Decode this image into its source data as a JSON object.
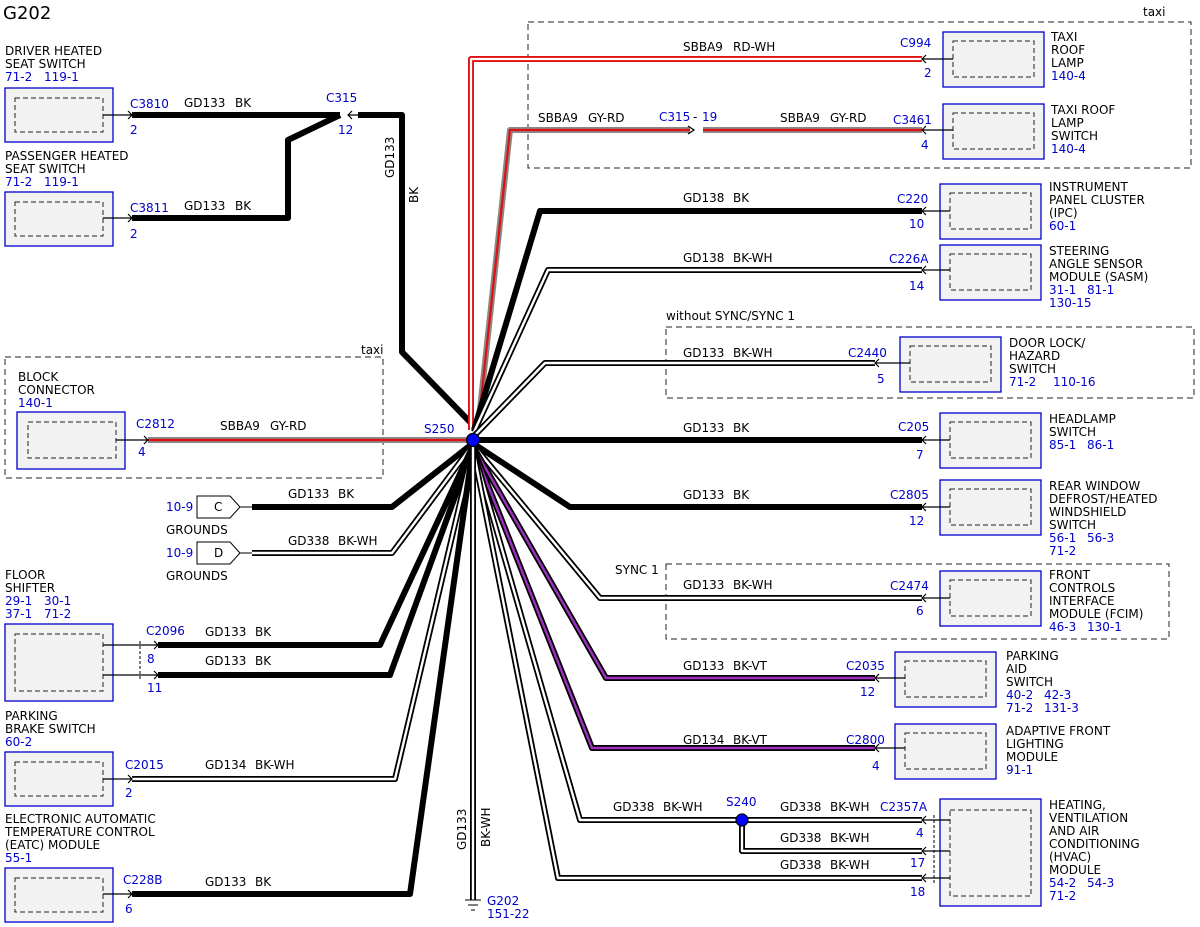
{
  "title": "G202",
  "groups": {
    "taxi_top": "taxi",
    "taxi_left": "taxi",
    "without_sync": "without SYNC/SYNC 1",
    "sync1": "SYNC 1"
  },
  "components": {
    "driver_seat": {
      "name": [
        "DRIVER HEATED",
        "SEAT SWITCH"
      ],
      "refs": [
        "71-2",
        "119-1"
      ],
      "connector": "C3810",
      "pin": "2"
    },
    "pass_seat": {
      "name": [
        "PASSENGER HEATED",
        "SEAT SWITCH"
      ],
      "refs": [
        "71-2",
        "119-1"
      ],
      "connector": "C3811",
      "pin": "2"
    },
    "block_conn": {
      "name": [
        "BLOCK",
        "CONNECTOR"
      ],
      "refs": [
        "140-1"
      ],
      "connector": "C2812",
      "pin": "4"
    },
    "floor_shifter": {
      "name": [
        "FLOOR",
        "SHIFTER"
      ],
      "refs": [
        "29-1",
        "30-1",
        "37-1",
        "71-2"
      ],
      "connector": "C2096",
      "pin_a": "8",
      "pin_b": "11"
    },
    "parking_brake": {
      "name": [
        "PARKING",
        "BRAKE SWITCH"
      ],
      "refs": [
        "60-2"
      ],
      "connector": "C2015",
      "pin": "2"
    },
    "eatc": {
      "name": [
        "ELECTRONIC AUTOMATIC",
        "TEMPERATURE CONTROL",
        "(EATC) MODULE"
      ],
      "refs": [
        "55-1"
      ],
      "connector": "C228B",
      "pin": "6"
    },
    "taxi_roof_lamp": {
      "name": [
        "TAXI",
        "ROOF",
        "LAMP"
      ],
      "refs": [
        "140-4"
      ],
      "connector": "C994",
      "pin": "2"
    },
    "taxi_roof_switch": {
      "name": [
        "TAXI ROOF",
        "LAMP",
        "SWITCH"
      ],
      "refs": [
        "140-4"
      ],
      "connector": "C3461",
      "pin": "4"
    },
    "ipc": {
      "name": [
        "INSTRUMENT",
        "PANEL CLUSTER",
        "(IPC)"
      ],
      "refs": [
        "60-1"
      ],
      "connector": "C220",
      "pin": "10"
    },
    "sasm": {
      "name": [
        "STEERING",
        "ANGLE SENSOR",
        "MODULE (SASM)"
      ],
      "refs": [
        "31-1",
        "81-1",
        "130-15"
      ],
      "connector": "C226A",
      "pin": "14"
    },
    "door_lock": {
      "name": [
        "DOOR LOCK/",
        "HAZARD",
        "SWITCH"
      ],
      "refs": [
        "71-2",
        "110-16"
      ],
      "connector": "C2440",
      "pin": "5"
    },
    "headlamp": {
      "name": [
        "HEADLAMP",
        "SWITCH"
      ],
      "refs": [
        "85-1",
        "86-1"
      ],
      "connector": "C205",
      "pin": "7"
    },
    "rear_defrost": {
      "name": [
        "REAR WINDOW",
        "DEFROST/HEATED",
        "WINDSHIELD",
        "SWITCH"
      ],
      "refs": [
        "56-1",
        "56-3",
        "71-2"
      ],
      "connector": "C2805",
      "pin": "12"
    },
    "fcim": {
      "name": [
        "FRONT",
        "CONTROLS",
        "INTERFACE",
        "MODULE (FCIM)"
      ],
      "refs": [
        "46-3",
        "130-1"
      ],
      "connector": "C2474",
      "pin": "6"
    },
    "parking_aid": {
      "name": [
        "PARKING",
        "AID",
        "SWITCH"
      ],
      "refs": [
        "40-2",
        "42-3",
        "71-2",
        "131-3"
      ],
      "connector": "C2035",
      "pin": "12"
    },
    "afs": {
      "name": [
        "ADAPTIVE FRONT",
        "LIGHTING",
        "MODULE"
      ],
      "refs": [
        "91-1"
      ],
      "connector": "C2800",
      "pin": "4"
    },
    "hvac": {
      "name": [
        "HEATING,",
        "VENTILATION",
        "AND AIR",
        "CONDITIONING",
        "(HVAC)",
        "MODULE"
      ],
      "refs": [
        "54-2",
        "54-3",
        "71-2"
      ],
      "connector": "C2357A",
      "pin_a": "4",
      "pin_b": "17",
      "pin_c": "18"
    }
  },
  "inline": {
    "c315_left": {
      "connector": "C315",
      "pin": "12"
    },
    "c315_right": {
      "connector": "C315",
      "sep": "-",
      "pin": "19"
    }
  },
  "grounds": {
    "c": {
      "letter": "C",
      "ref": "10-9",
      "label": "GROUNDS"
    },
    "d": {
      "letter": "D",
      "ref": "10-9",
      "label": "GROUNDS"
    },
    "g202": {
      "name": "G202",
      "ref": "151-22"
    }
  },
  "splices": {
    "s250": "S250",
    "s240": "S240"
  },
  "wires": {
    "seat_driver": {
      "circuit": "GD133",
      "color": "BK"
    },
    "seat_pass": {
      "circuit": "GD133",
      "color": "BK"
    },
    "seat_trunk": {
      "circuit": "GD133",
      "color": "BK"
    },
    "block": {
      "circuit": "SBBA9",
      "color": "GY-RD"
    },
    "ground_c": {
      "circuit": "GD133",
      "color": "BK"
    },
    "ground_d": {
      "circuit": "GD338",
      "color": "BK-WH"
    },
    "shifter_8": {
      "circuit": "GD133",
      "color": "BK"
    },
    "shifter_11": {
      "circuit": "GD133",
      "color": "BK"
    },
    "pbrake": {
      "circuit": "GD134",
      "color": "BK-WH"
    },
    "eatc": {
      "circuit": "GD133",
      "color": "BK"
    },
    "g202": {
      "circuit": "GD133",
      "color": "BK-WH"
    },
    "roof_lamp": {
      "circuit": "SBBA9",
      "color": "RD-WH"
    },
    "roof_sw_a": {
      "circuit": "SBBA9",
      "color": "GY-RD"
    },
    "roof_sw_b": {
      "circuit": "SBBA9",
      "color": "GY-RD"
    },
    "ipc": {
      "circuit": "GD138",
      "color": "BK"
    },
    "sasm": {
      "circuit": "GD138",
      "color": "BK-WH"
    },
    "door": {
      "circuit": "GD133",
      "color": "BK-WH"
    },
    "headlamp": {
      "circuit": "GD133",
      "color": "BK"
    },
    "defrost": {
      "circuit": "GD133",
      "color": "BK"
    },
    "fcim": {
      "circuit": "GD133",
      "color": "BK-WH"
    },
    "paid": {
      "circuit": "GD133",
      "color": "BK-VT"
    },
    "afs": {
      "circuit": "GD134",
      "color": "BK-VT"
    },
    "hvac_main": {
      "circuit": "GD338",
      "color": "BK-WH"
    },
    "hvac_4": {
      "circuit": "GD338",
      "color": "BK-WH"
    },
    "hvac_17": {
      "circuit": "GD338",
      "color": "BK-WH"
    },
    "hvac_18": {
      "circuit": "GD338",
      "color": "BK-WH"
    }
  }
}
